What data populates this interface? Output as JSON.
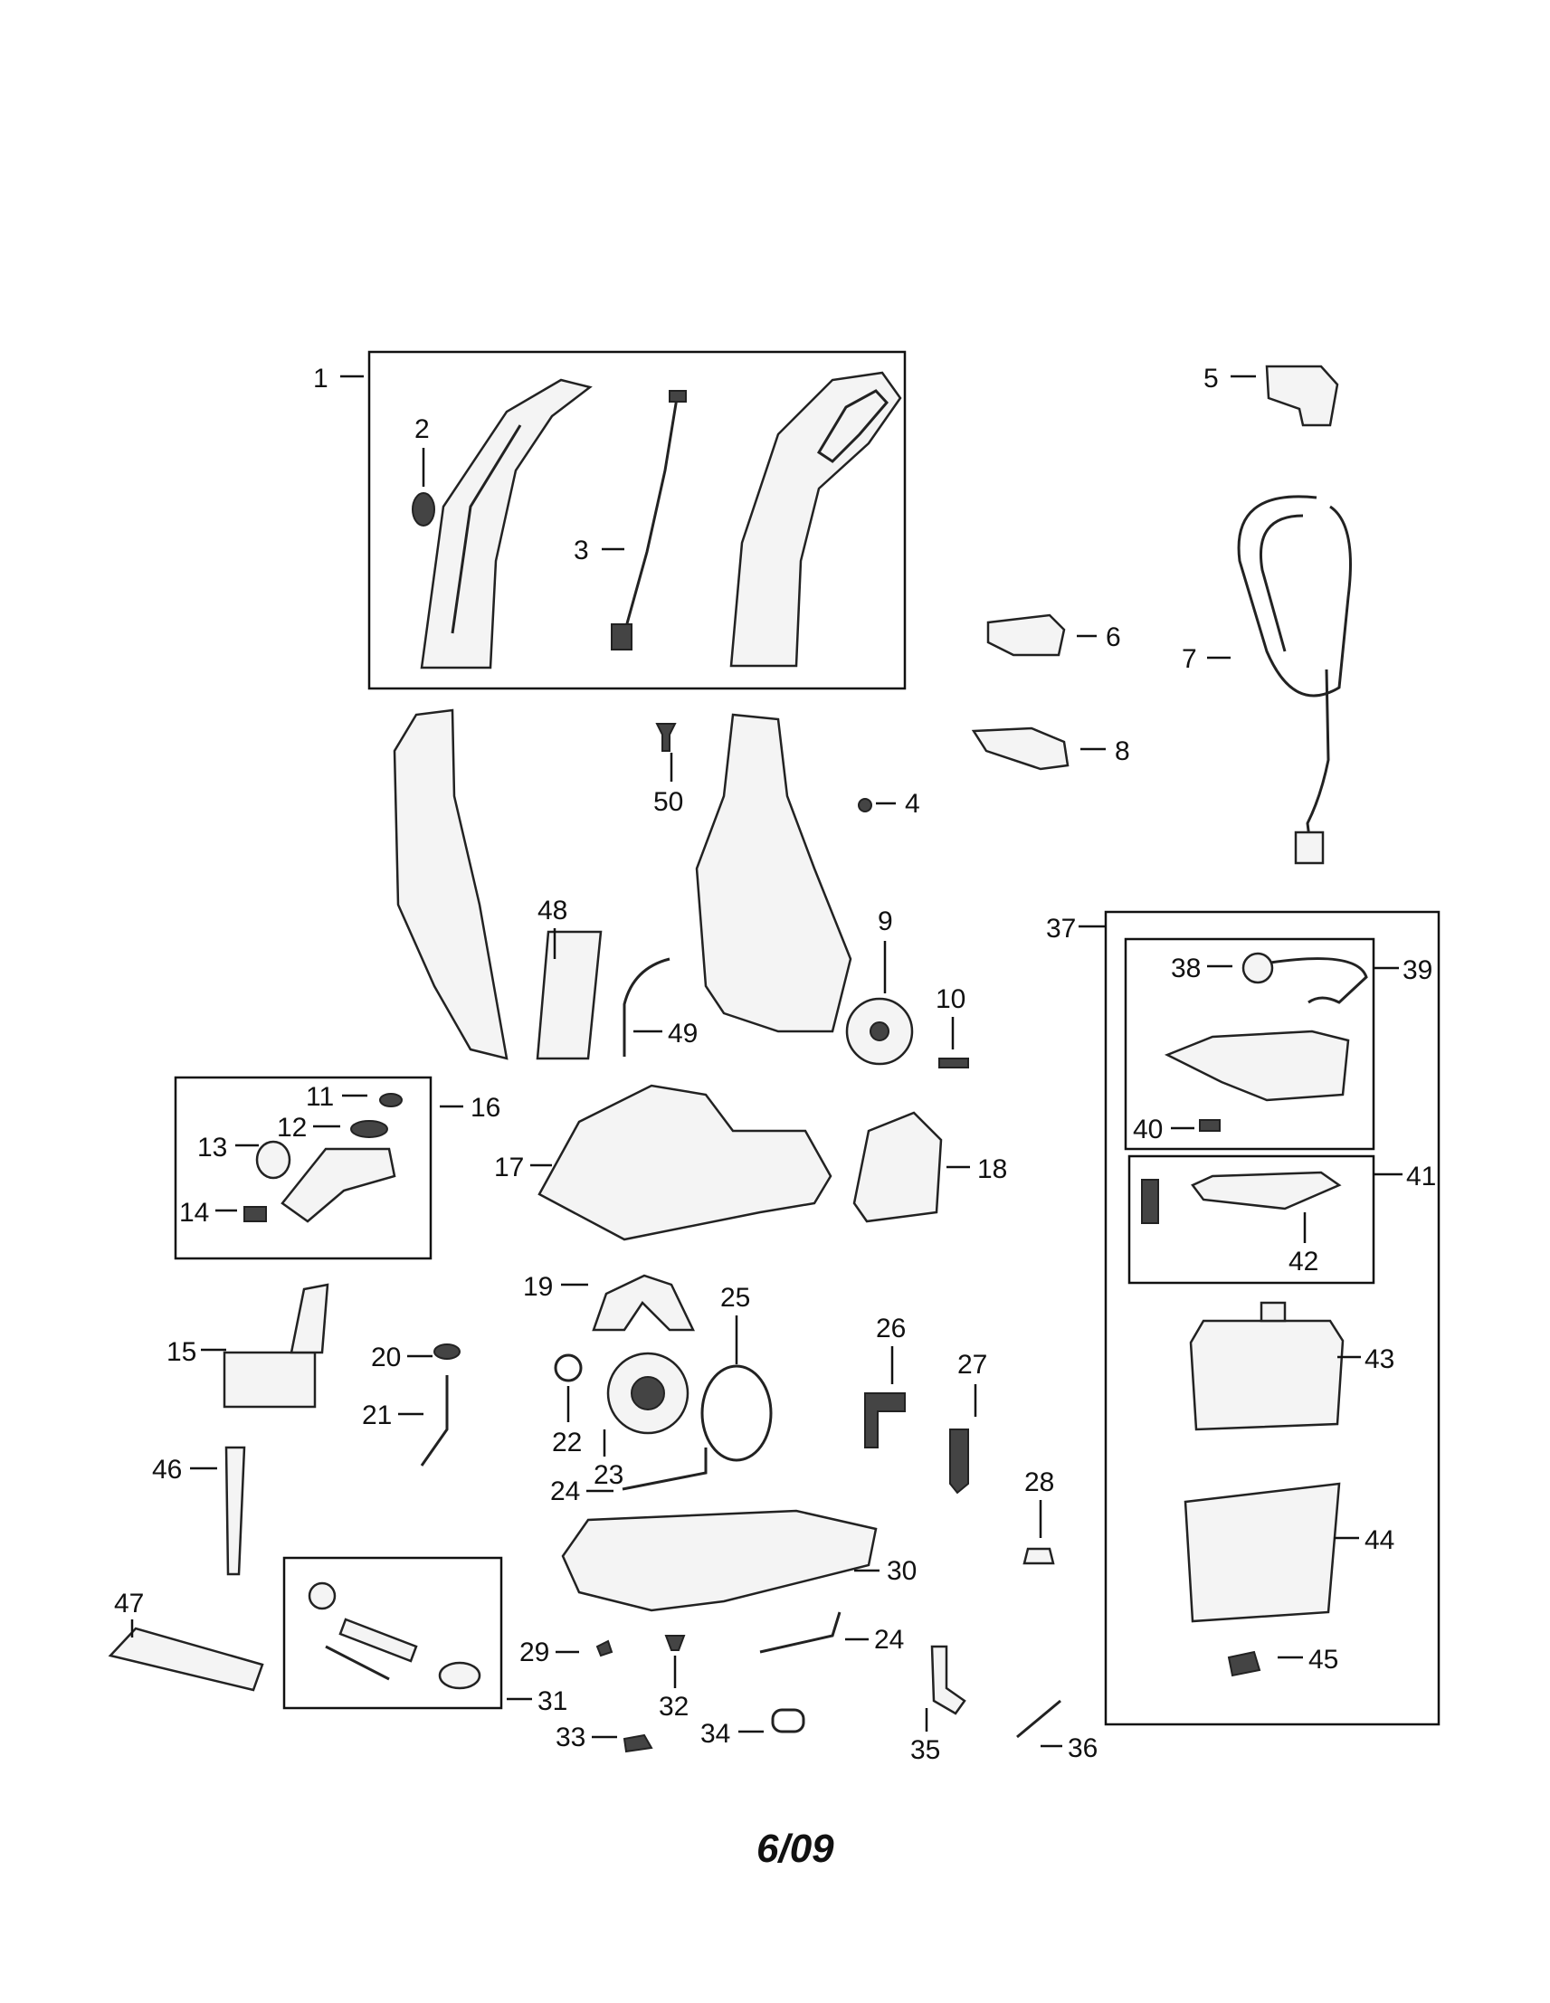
{
  "footer": {
    "date_code": "6/09"
  },
  "callouts": {
    "c1": "1",
    "c2": "2",
    "c3": "3",
    "c4": "4",
    "c5": "5",
    "c6": "6",
    "c7": "7",
    "c8": "8",
    "c9": "9",
    "c10": "10",
    "c11": "11",
    "c12": "12",
    "c13": "13",
    "c14": "14",
    "c15": "15",
    "c16": "16",
    "c17": "17",
    "c18": "18",
    "c19": "19",
    "c20": "20",
    "c21": "21",
    "c22": "22",
    "c23": "23",
    "c24": "24",
    "c25": "25",
    "c26": "26",
    "c27": "27",
    "c28": "28",
    "c29": "29",
    "c30": "30",
    "c31": "31",
    "c32": "32",
    "c33": "33",
    "c34": "34",
    "c35": "35",
    "c36": "36",
    "c37": "37",
    "c38": "38",
    "c39": "39",
    "c40": "40",
    "c41": "41",
    "c42": "42",
    "c43": "43",
    "c44": "44",
    "c45": "45",
    "c46": "46",
    "c47": "47",
    "c48": "48",
    "c49": "49",
    "c50": "50"
  }
}
